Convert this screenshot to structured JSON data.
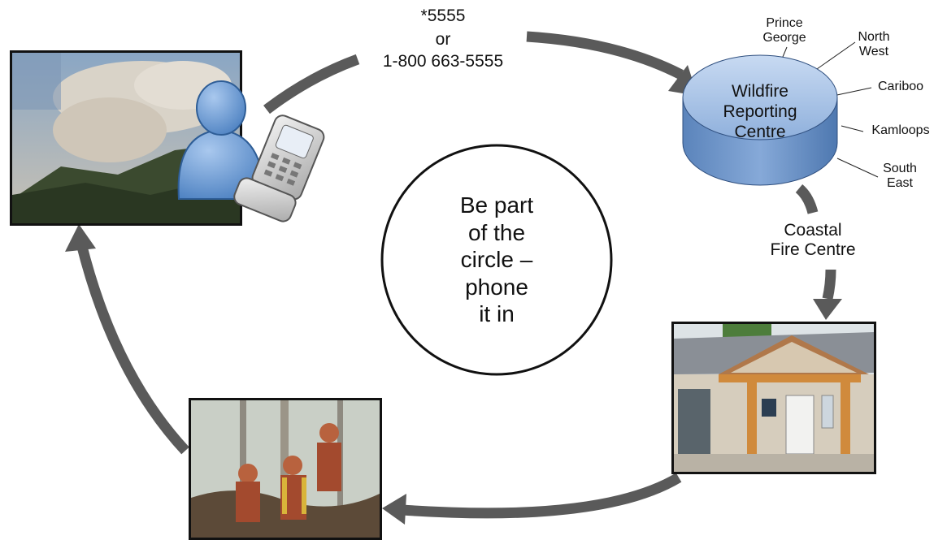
{
  "phone_numbers": {
    "line1": "*5555",
    "line2": "or",
    "line3": "1-800 663-5555"
  },
  "reporting_centre": {
    "label": "Wildfire\nReporting\nCentre",
    "fire_centres": [
      "Prince\nGeorge",
      "North\nWest",
      "Cariboo",
      "Kamloops",
      "South\nEast"
    ]
  },
  "coastal_fire_centre": "Coastal\nFire Centre",
  "center_message": "Be part\nof the\ncircle –\nphone\nit in",
  "colors": {
    "arrow": "#5a5a5a",
    "disk_top": "#a9c4e6",
    "disk_side": "#6d95c9",
    "person": "#6f9fd6",
    "phone": "#cfcfcf"
  }
}
